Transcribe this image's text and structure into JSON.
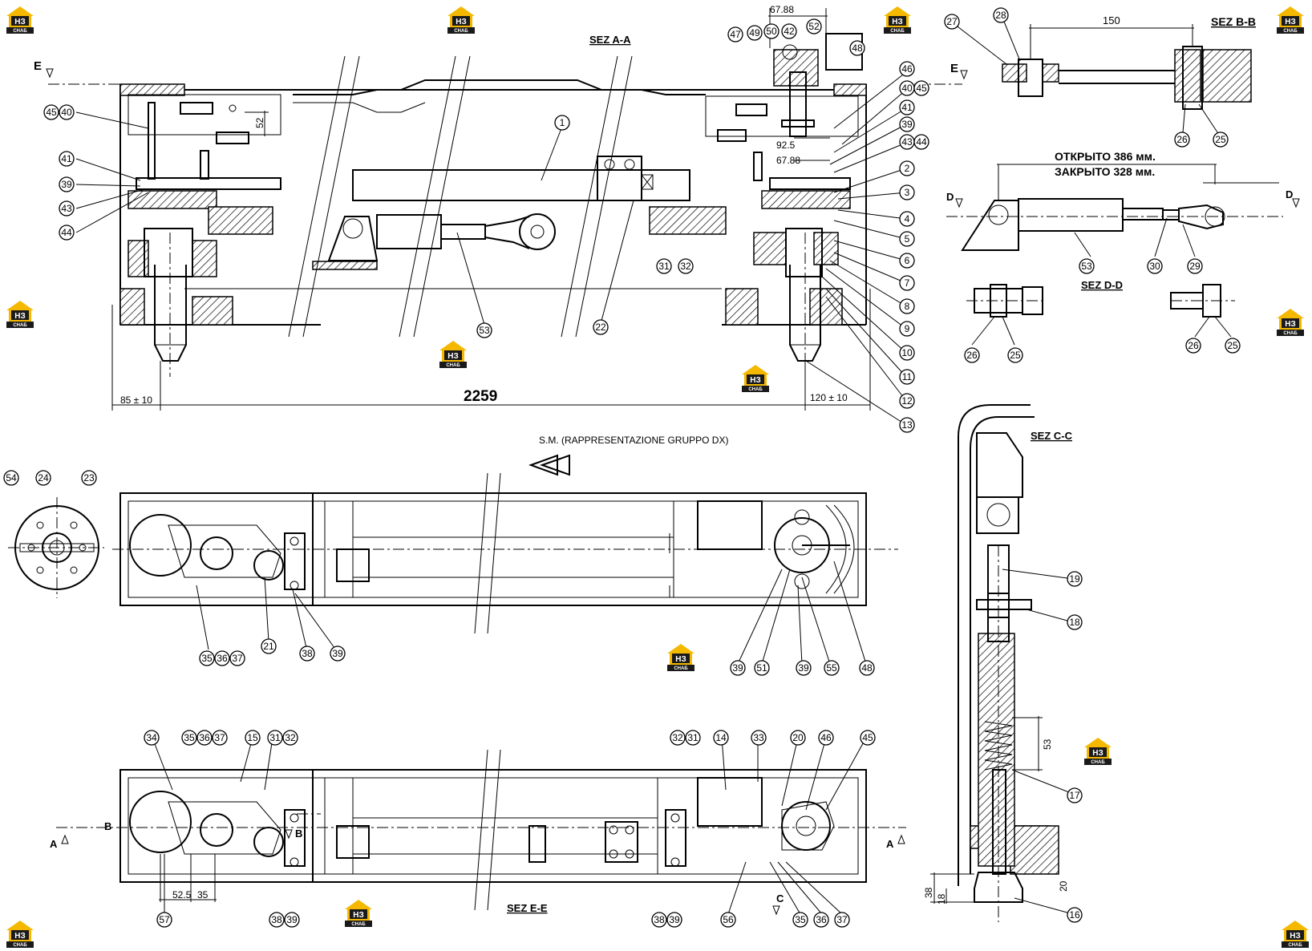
{
  "sections": {
    "aa": "SEZ A-A",
    "bb": "SEZ B-B",
    "cc": "SEZ C-C",
    "dd": "SEZ D-D",
    "ee": "SEZ E-E"
  },
  "cut_marks": {
    "e_left": "E",
    "e_right": "E",
    "d_left": "D",
    "d_right": "D",
    "a_left": "A",
    "a_right": "A",
    "b_left": "B",
    "b_right": "B",
    "c": "C"
  },
  "notes": {
    "sm": "S.M.   (RAPPRESENTAZIONE  GRUPPO  DX)",
    "open": "ОТКРЫТО 386 мм.",
    "closed": "ЗАКРЫТО 328 мм."
  },
  "dims": {
    "d2259": "2259",
    "d85": "85 ± 10",
    "d120": "120 ± 10",
    "d52": "52",
    "d6788a": "67.88",
    "d925": "92.5",
    "d6788b": "67.88",
    "d150": "150",
    "d53": "53",
    "d38": "38",
    "d18": "18",
    "d20": "20",
    "d525": "52.5",
    "d35": "35"
  },
  "balloons": {
    "b1": "1",
    "b2": "2",
    "b3": "3",
    "b4": "4",
    "b5": "5",
    "b6": "6",
    "b7": "7",
    "b8": "8",
    "b9": "9",
    "b10": "10",
    "b11": "11",
    "b12": "12",
    "b13": "13",
    "b22": "22",
    "b31": "31",
    "b32": "32",
    "b53": "53",
    "b39": "39",
    "b41": "41",
    "b43": "43",
    "b44": "44",
    "b45": "45",
    "b40": "40",
    "b46": "46",
    "b47": "47",
    "b48": "48",
    "b49": "49",
    "b50": "50",
    "b42": "42",
    "b52": "52",
    "b39r": "39",
    "b41r": "41",
    "b40r": "40",
    "b45r": "45",
    "b43r": "43",
    "b44r": "44",
    "b27": "27",
    "b28": "28",
    "b26": "26",
    "b25": "25",
    "b53b": "53",
    "b30": "30",
    "b29": "29",
    "b26b": "26",
    "b25b": "25",
    "b26c": "26",
    "b25c": "25",
    "b54": "54",
    "b24": "24",
    "b23": "23",
    "b35": "35",
    "b36": "36",
    "b37": "37",
    "b21": "21",
    "b38": "38",
    "b39m": "39",
    "b39n": "39",
    "b51": "51",
    "b39o": "39",
    "b55": "55",
    "b48m": "48",
    "b34": "34",
    "b35e": "35",
    "b36e": "36",
    "b37e": "37",
    "b15": "15",
    "b31e": "31",
    "b32e": "32",
    "b32f": "32",
    "b31f": "31",
    "b14": "14",
    "b33": "33",
    "b20": "20",
    "b46e": "46",
    "b45e": "45",
    "b57": "57",
    "b38e": "38",
    "b39e": "39",
    "b38f": "38",
    "b39f": "39",
    "b56": "56",
    "b35f": "35",
    "b36f": "36",
    "b37f": "37",
    "b19": "19",
    "b18": "18",
    "b17": "17",
    "b16": "16"
  },
  "watermark": {
    "line1": "НЗ",
    "line2": "СНАБ",
    "color": "#f5b800"
  }
}
